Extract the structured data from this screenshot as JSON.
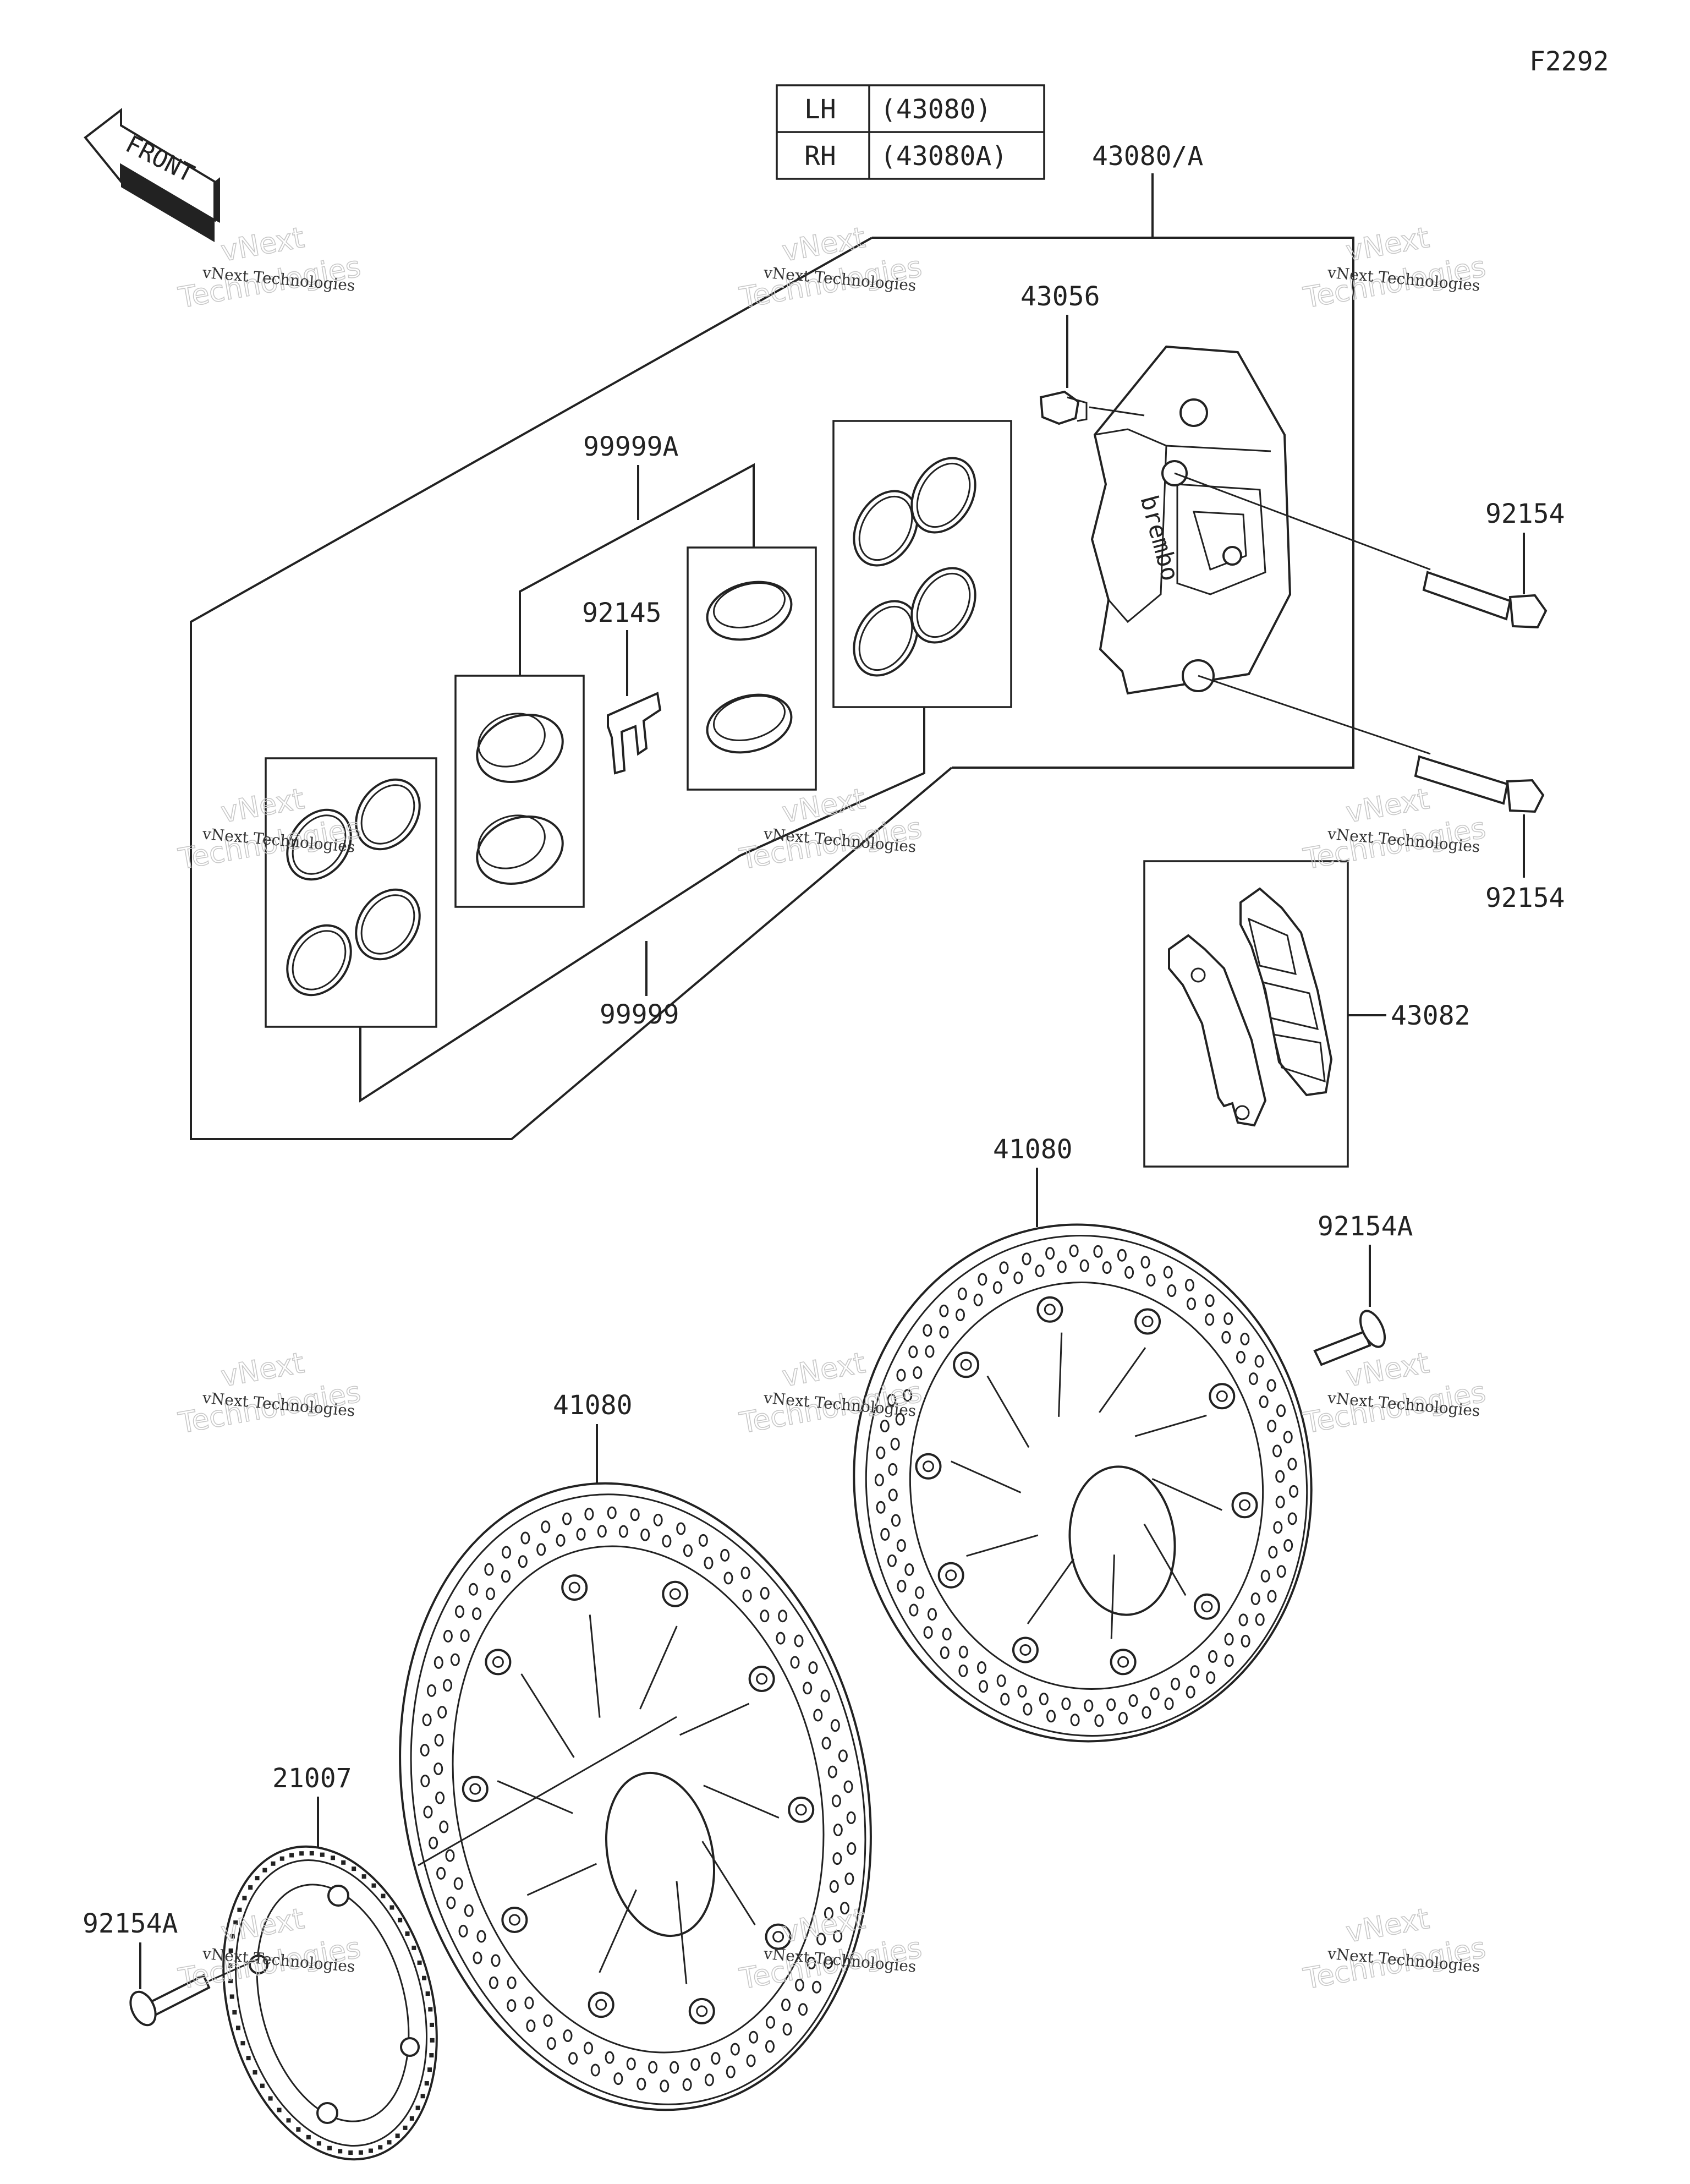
{
  "figure_code": "F2292",
  "front_indicator": {
    "label": "FRONT",
    "icon": "front-arrow-icon"
  },
  "variant_table": {
    "rows": [
      {
        "side": "LH",
        "part": "(43080)"
      },
      {
        "side": "RH",
        "part": "(43080A)"
      }
    ]
  },
  "callouts": {
    "caliper_assembly": "43080/A",
    "bleeder_valve": "43056",
    "bolt_upper": "92154",
    "bolt_lower": "92154",
    "piston_kit_a": "99999A",
    "pad_spring": "92145",
    "seal_kit": "99999",
    "brake_pads": "43082",
    "disc_right": "41080",
    "disc_left": "41080",
    "disc_bolt_right": "92154A",
    "disc_bolt_left": "92154A",
    "sensor_rotor": "21007"
  },
  "caliper_brand_mark": "brembo",
  "watermark": {
    "line1": "vNext Technologies",
    "line2": "Technologies",
    "outline_top": "vNext"
  }
}
